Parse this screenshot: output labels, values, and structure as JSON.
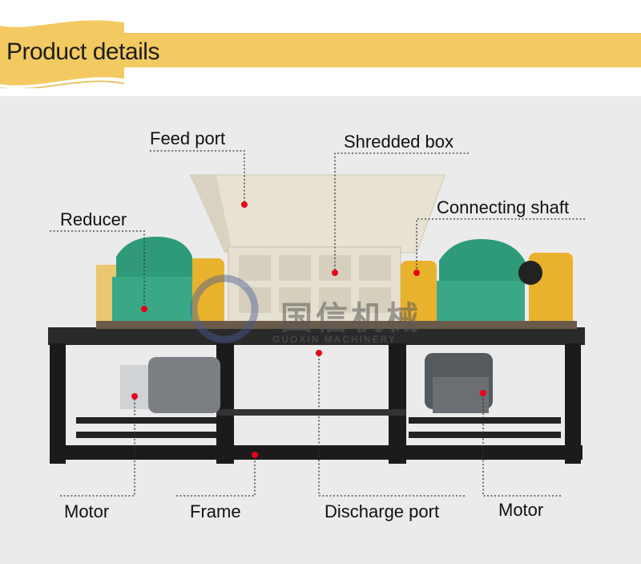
{
  "header": {
    "title": "Product details",
    "accent_color": "#f3ca62"
  },
  "watermark": {
    "brand_cn": "国信机械",
    "brand_en": "GUOXIN MACHINERY"
  },
  "labels": {
    "feed_port": "Feed port",
    "shredded_box": "Shredded box",
    "connecting_shaft": "Connecting shaft",
    "reducer": "Reducer",
    "motor_left": "Motor",
    "frame": "Frame",
    "discharge_port": "Discharge port",
    "motor_right": "Motor"
  },
  "colors": {
    "marker": "#e8001c",
    "reducer_green": "#2e9a7a",
    "shaft_yellow": "#e9b22c",
    "frame_black": "#1b1b1b",
    "box_beige": "#e8e2d3"
  }
}
